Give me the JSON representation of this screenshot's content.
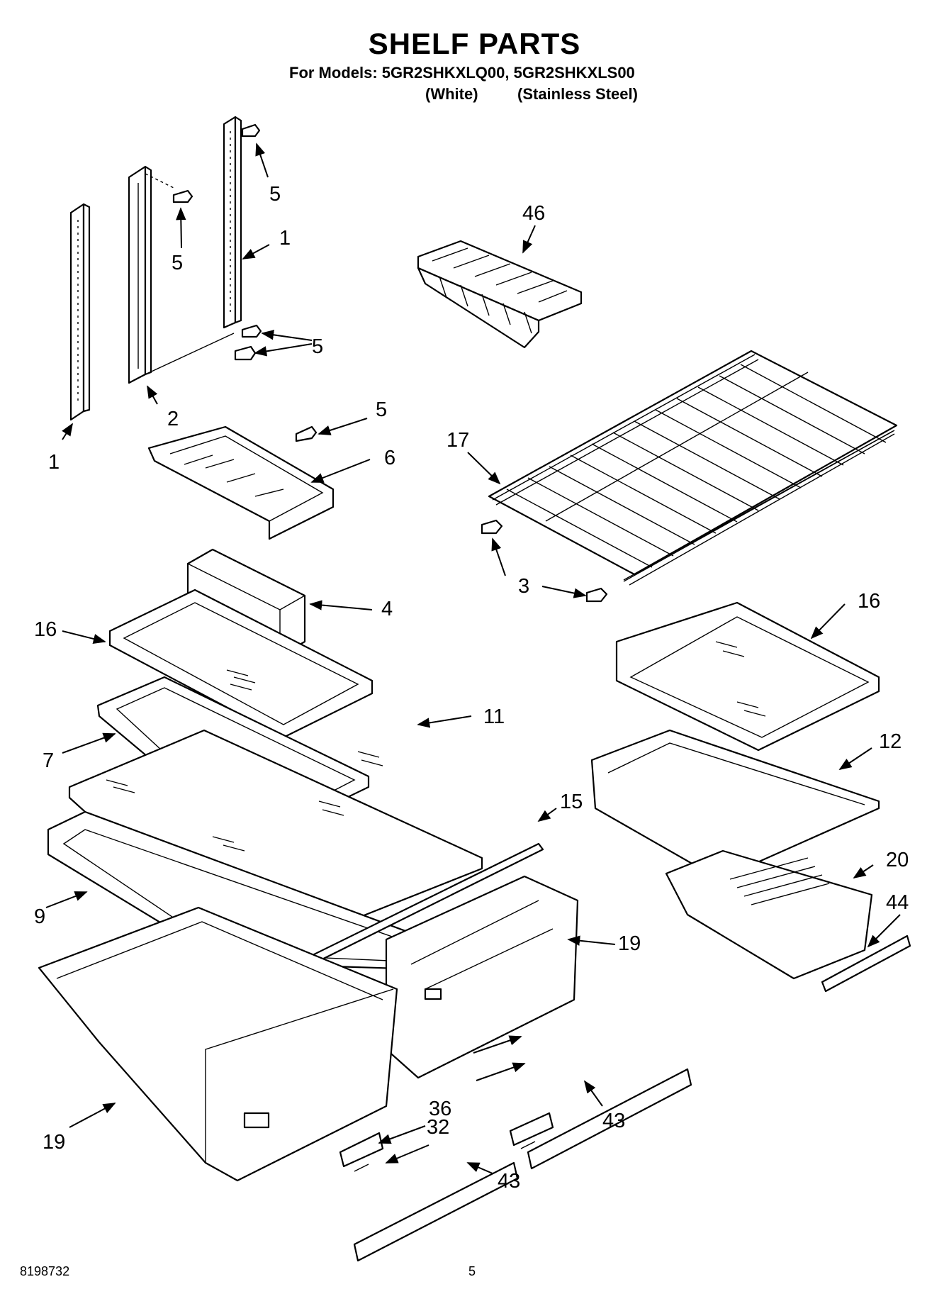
{
  "header": {
    "title": "SHELF PARTS",
    "models_line": "For Models: 5GR2SHKXLQ00, 5GR2SHKXLS00",
    "variant_white": "(White)",
    "variant_stainless": "(Stainless Steel)"
  },
  "footer": {
    "doc_number": "8198732",
    "page_number": "5"
  },
  "callouts": {
    "c1a": "1",
    "c1b": "1",
    "c2": "2",
    "c3": "3",
    "c4": "4",
    "c5a": "5",
    "c5b": "5",
    "c5c": "5",
    "c5d": "5",
    "c6": "6",
    "c7": "7",
    "c9": "9",
    "c11": "11",
    "c12": "12",
    "c15": "15",
    "c16a": "16",
    "c16b": "16",
    "c17": "17",
    "c19a": "19",
    "c19b": "19",
    "c20": "20",
    "c32": "32",
    "c36": "36",
    "c43a": "43",
    "c43b": "43",
    "c44": "44",
    "c46": "46"
  }
}
